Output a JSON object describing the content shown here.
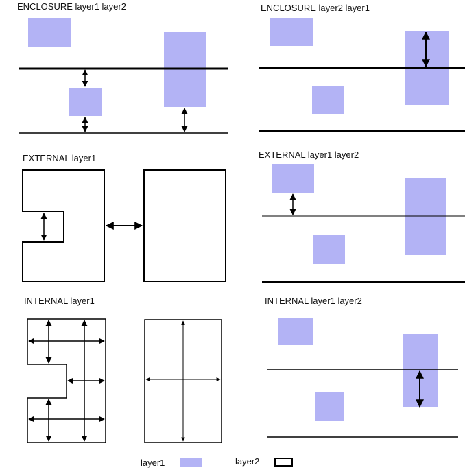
{
  "colors": {
    "layer1_fill": "#b3b3f5",
    "line": "#000000",
    "background": "#ffffff"
  },
  "panels": {
    "enclosure_12": {
      "title": "ENCLOSURE layer1 layer2"
    },
    "enclosure_21": {
      "title": "ENCLOSURE layer2 layer1"
    },
    "external_1": {
      "title": "EXTERNAL layer1"
    },
    "external_12": {
      "title": "EXTERNAL layer1 layer2"
    },
    "internal_1": {
      "title": "INTERNAL layer1"
    },
    "internal_12": {
      "title": "INTERNAL layer1 layer2"
    }
  },
  "legend": {
    "layer1_label": "layer1",
    "layer2_label": "layer2"
  }
}
